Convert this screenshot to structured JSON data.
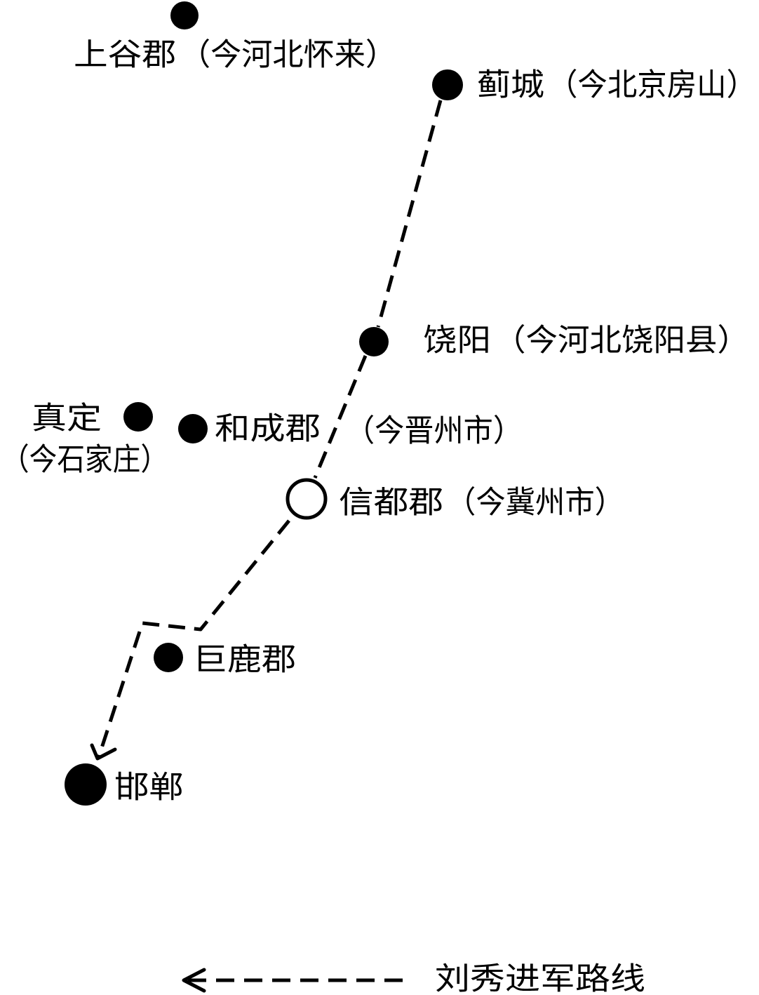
{
  "colors": {
    "ink": "#000000",
    "background": "#ffffff"
  },
  "places": {
    "shanggu": {
      "name": "上谷郡",
      "note": "（今河北怀来）",
      "marker": "filled-dot-icon"
    },
    "jicheng": {
      "name": "蓟城",
      "note": "（今北京房山）",
      "marker": "filled-dot-icon"
    },
    "raoyang": {
      "name": "饶阳",
      "note": "（今河北饶阳县）",
      "marker": "filled-dot-icon"
    },
    "zhending": {
      "name": "真定",
      "note": "（今石家庄）",
      "marker": "filled-dot-icon"
    },
    "hecheng": {
      "name": "和成郡",
      "note": "（今晋州市）",
      "marker": "filled-dot-icon"
    },
    "xindu": {
      "name": "信都郡",
      "note": "（今冀州市）",
      "marker": "open-circle-icon"
    },
    "julu": {
      "name": "巨鹿郡",
      "marker": "filled-dot-icon"
    },
    "handan": {
      "name": "邯郸",
      "marker": "filled-dot-icon"
    }
  },
  "legend": {
    "route_label": "刘秀进军路线",
    "route_symbol": "dashed-arrow-icon"
  }
}
